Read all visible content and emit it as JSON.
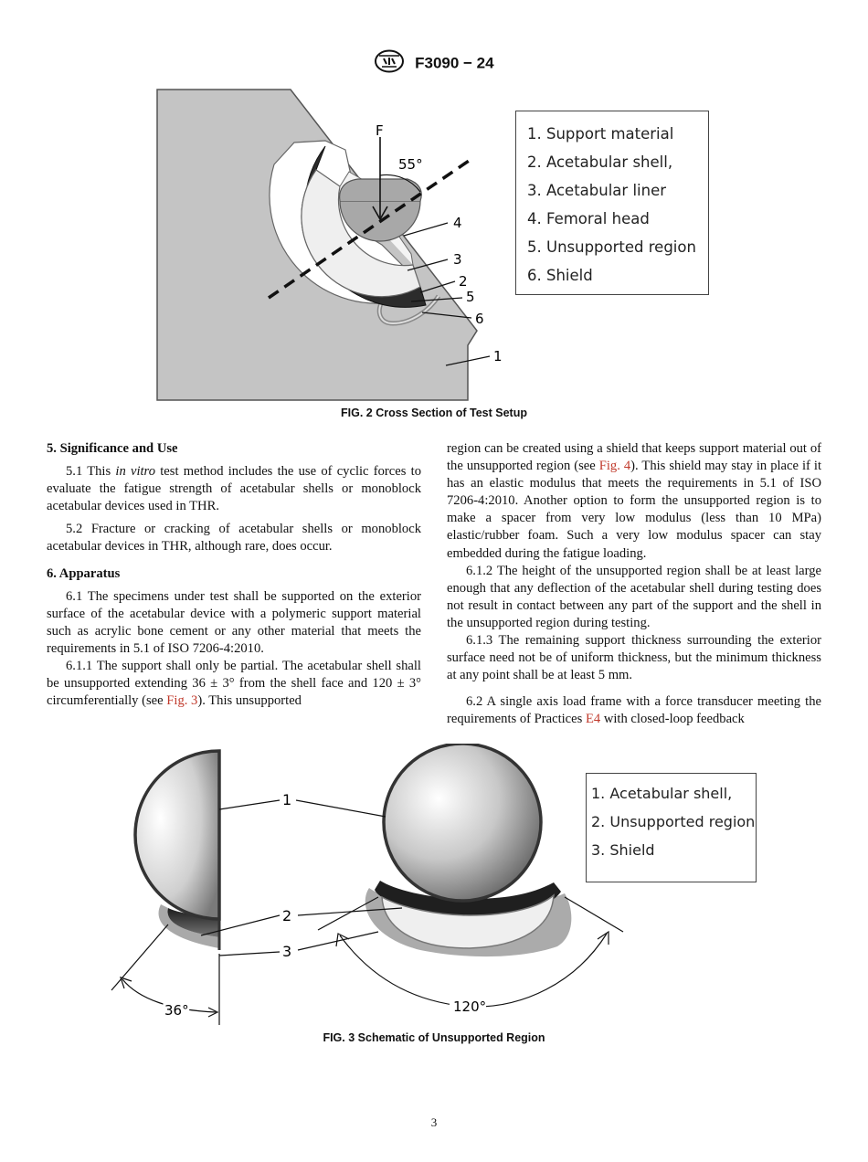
{
  "header": {
    "designation": "F3090 − 24"
  },
  "fig2": {
    "caption": "FIG. 2 Cross Section of Test Setup",
    "force_label": "F",
    "angle_label": "55°",
    "callouts": [
      "1",
      "2",
      "3",
      "4",
      "5",
      "6"
    ],
    "legend": [
      "1. Support material",
      "2. Acetabular shell,",
      "3. Acetabular liner",
      "4. Femoral head",
      "5. Unsupported region",
      "6. Shield"
    ]
  },
  "fig3": {
    "caption": "FIG. 3 Schematic of Unsupported Region",
    "callouts": [
      "1",
      "2",
      "3"
    ],
    "angle_left": "36°",
    "angle_right": "120°",
    "legend": [
      "1. Acetabular shell,",
      "2. Unsupported region",
      "3. Shield"
    ]
  },
  "left_column": {
    "section5_heading": "5. Significance and Use",
    "p5_1_a": "5.1 This ",
    "p5_1_italic": "in vitro",
    "p5_1_b": " test method includes the use of cyclic forces to evaluate the fatigue strength of acetabular shells or monoblock acetabular devices used in THR.",
    "p5_2": "5.2 Fracture or cracking of acetabular shells or monoblock acetabular devices in THR, although rare, does occur.",
    "section6_heading": "6. Apparatus",
    "p6_1": "6.1 The specimens under test shall be supported on the exterior surface of the acetabular device with a polymeric support material such as acrylic bone cement or any other material that meets the requirements in 5.1 of ISO 7206-4:2010.",
    "p6_1_1_a": "6.1.1 The support shall only be partial. The acetabular shell shall be unsupported extending 36 ± 3° from the shell face and 120 ± 3° circumferentially (see ",
    "p6_1_1_ref": "Fig. 3",
    "p6_1_1_b": "). This unsupported"
  },
  "right_column": {
    "p_cont_a": "region can be created using a shield that keeps support material out of the unsupported region (see ",
    "p_cont_ref": "Fig. 4",
    "p_cont_b": "). This shield may stay in place if it has an elastic modulus that meets the requirements in 5.1 of ISO 7206-4:2010. Another option to form the unsupported region is to make a spacer from very low modulus (less than 10 MPa) elastic/rubber foam. Such a very low modulus spacer can stay embedded during the fatigue loading.",
    "p6_1_2": "6.1.2 The height of the unsupported region shall be at least large enough that any deflection of the acetabular shell during testing does not result in contact between any part of the support and the shell in the unsupported region during testing.",
    "p6_1_3": "6.1.3 The remaining support thickness surrounding the exterior surface need not be of uniform thickness, but the minimum thickness at any point shall be at least 5 mm.",
    "p6_2_a": "6.2 A single axis load frame with a force transducer meeting the requirements of Practices ",
    "p6_2_ref": "E4",
    "p6_2_b": " with closed-loop feedback"
  },
  "page_number": "3"
}
